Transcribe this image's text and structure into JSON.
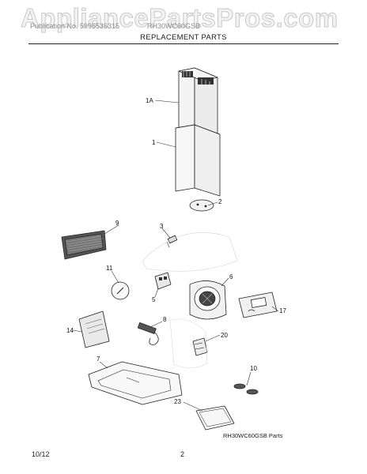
{
  "watermark": "AppliancePartsPros.com",
  "header": {
    "left_faint": "Publication No. 5995536315",
    "right_faint": "RH30WC60GSB",
    "title": "REPLACEMENT PARTS"
  },
  "callouts": {
    "c1a": "1A",
    "c1": "1",
    "c2": "2",
    "c9": "9",
    "c3": "3",
    "c11": "11",
    "c5": "5",
    "c6": "6",
    "c17": "17",
    "c14": "14",
    "c8": "8",
    "c20": "20",
    "c7": "7",
    "c10": "10",
    "c23": "23"
  },
  "model_tag": "RH30WC60GSB Parts",
  "footer": {
    "date": "10/12",
    "page": "2"
  },
  "icons": {
    "chimney": "duct-cover-icon",
    "filter": "grease-filter-icon",
    "blower": "blower-icon"
  }
}
